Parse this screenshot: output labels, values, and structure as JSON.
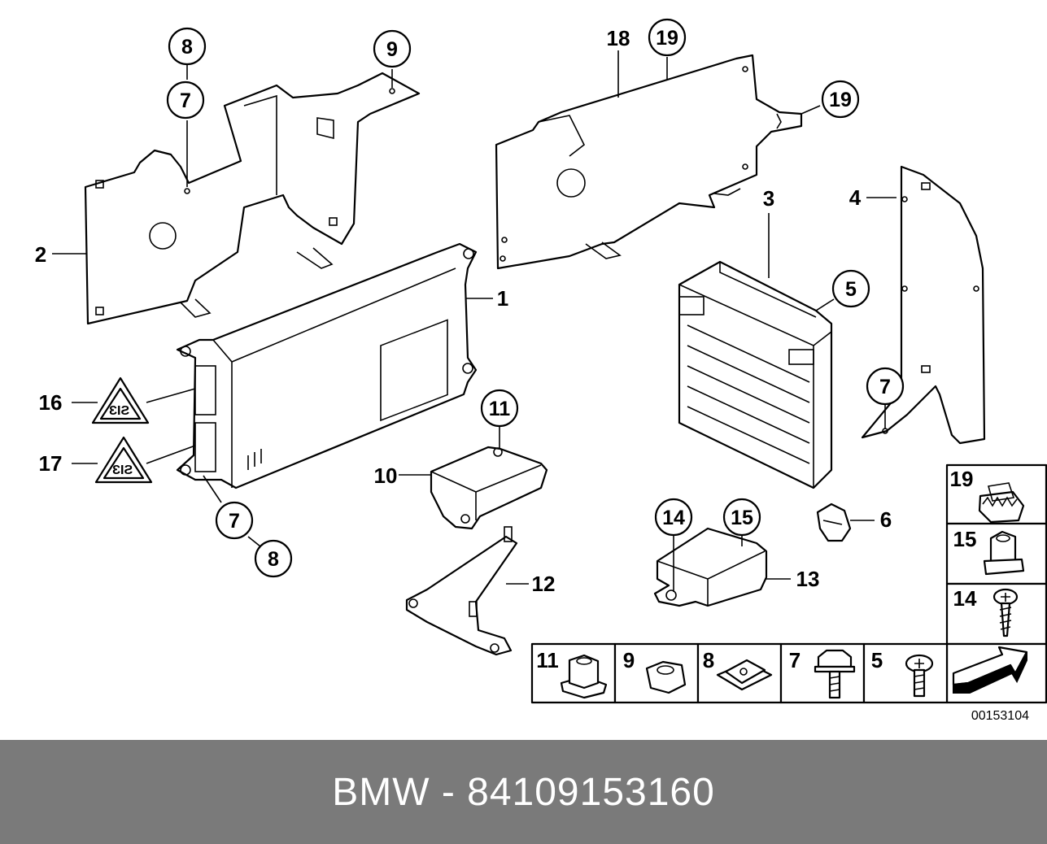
{
  "diagram": {
    "doc_number": "00153104",
    "callouts": [
      "1",
      "2",
      "3",
      "4",
      "5",
      "6",
      "7",
      "8",
      "9",
      "10",
      "11",
      "12",
      "13",
      "14",
      "15",
      "16",
      "17",
      "18",
      "19"
    ],
    "legend_cells": [
      "19",
      "15",
      "14",
      "11",
      "9",
      "8",
      "7",
      "5"
    ]
  },
  "footer": {
    "caption": "BMW - 84109153160"
  }
}
